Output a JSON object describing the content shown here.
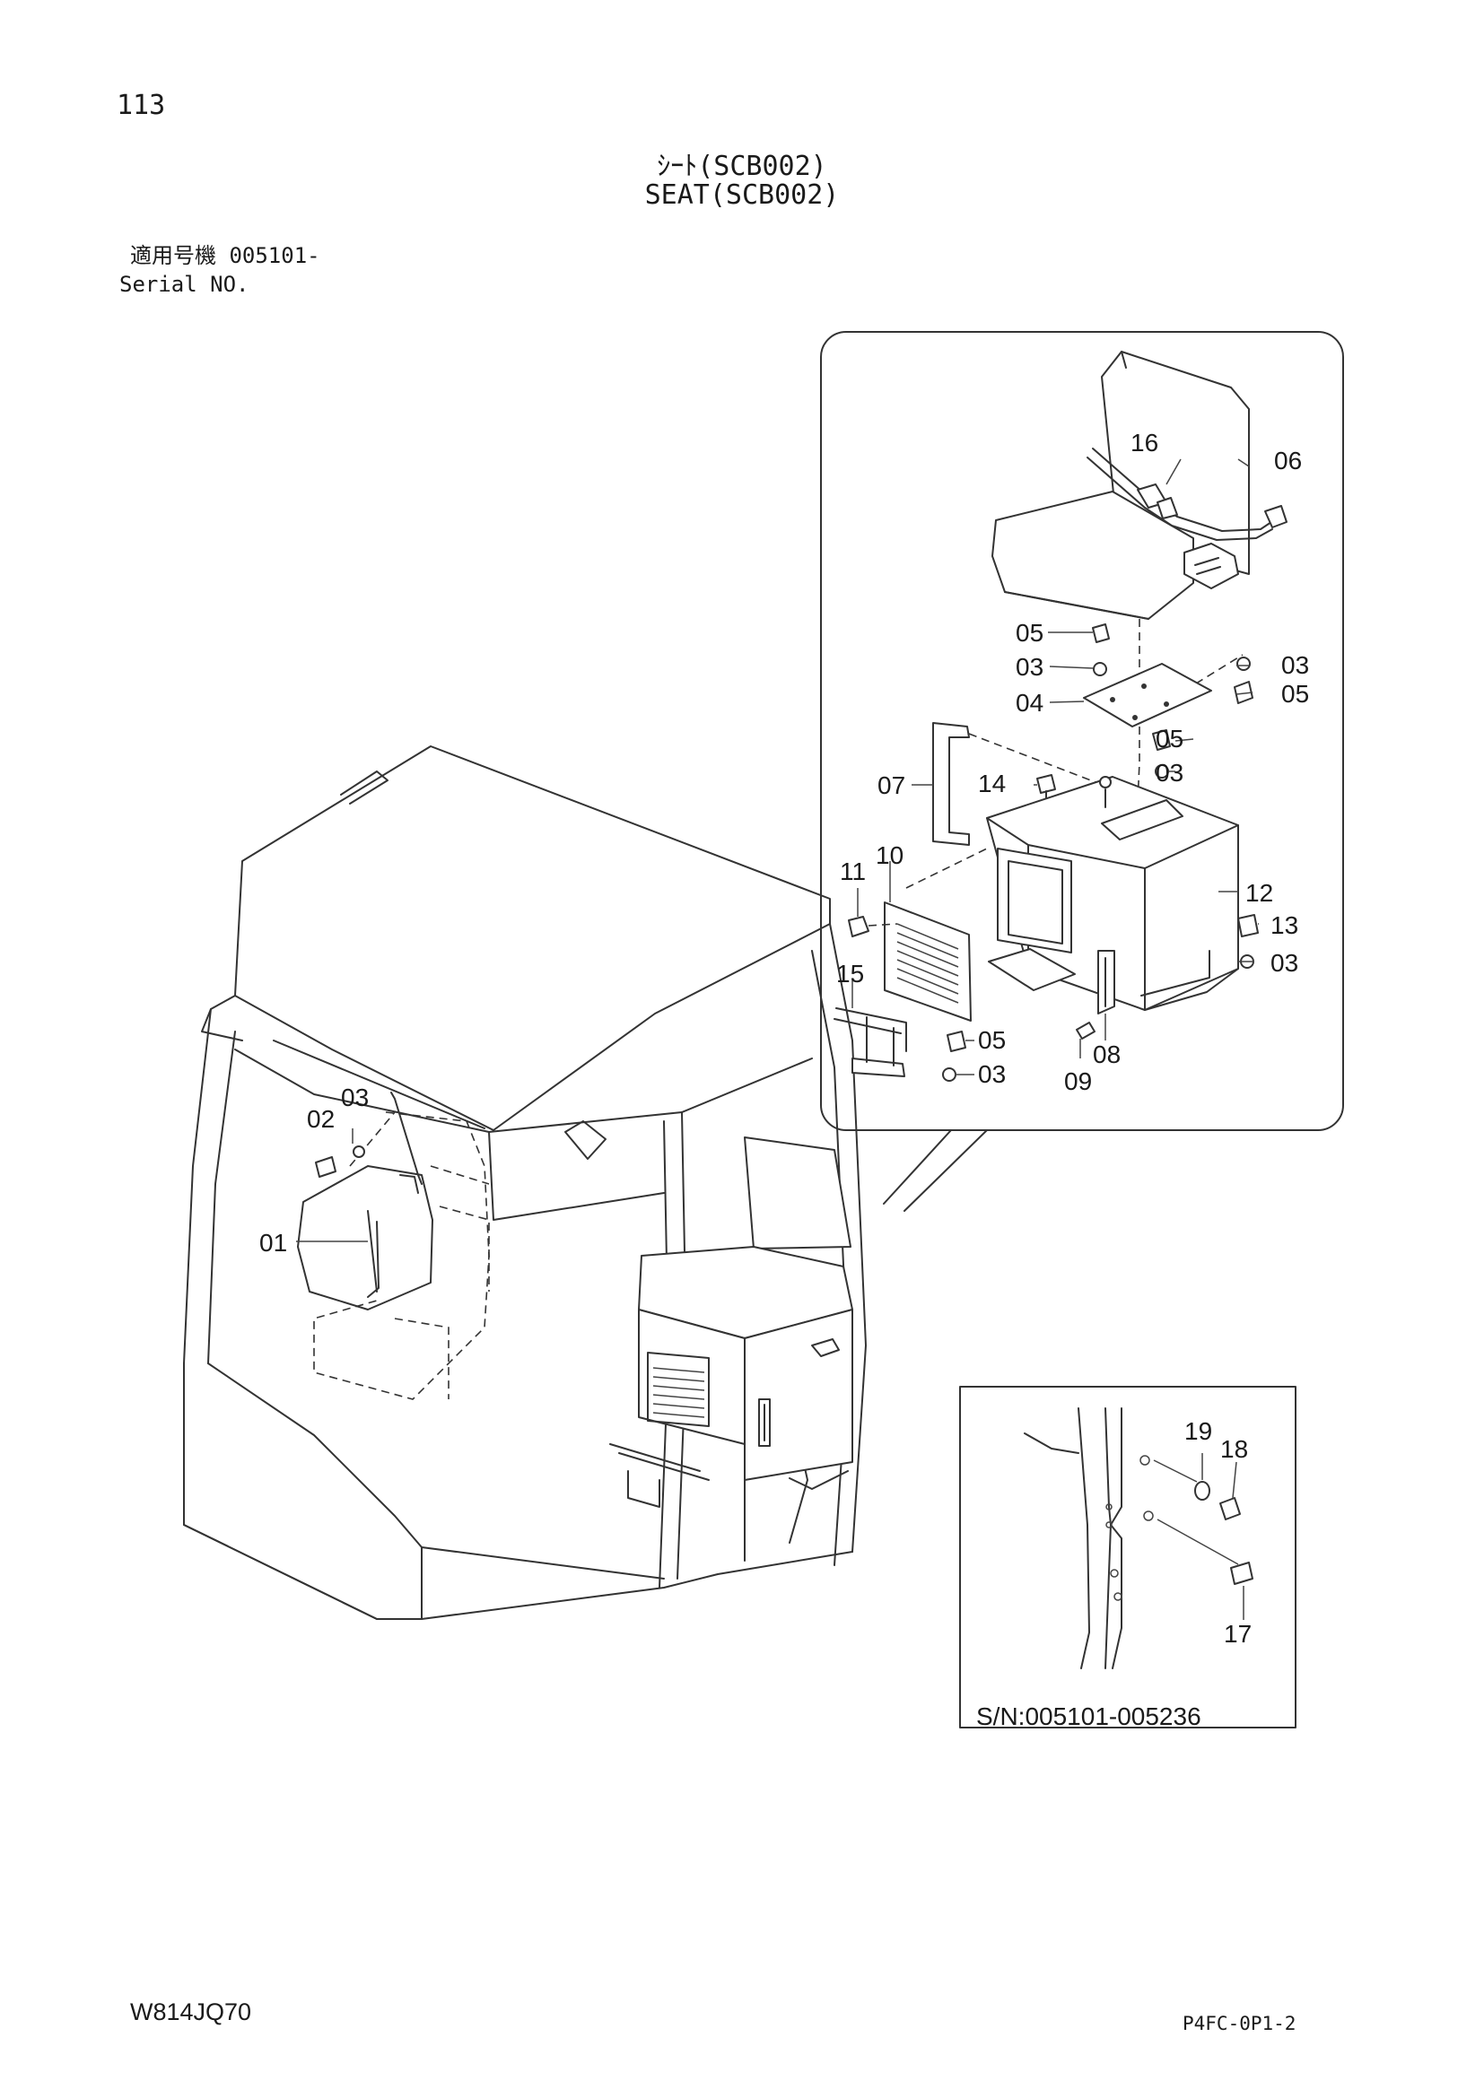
{
  "header": {
    "page_number": "113",
    "title_jp": "ｼｰﾄ(SCB002)",
    "title_en": "SEAT(SCB002)",
    "serial_jp": "適用号機 005101-",
    "serial_en": "Serial NO."
  },
  "callouts": {
    "l01": "01",
    "l02": "02",
    "l03a": "03",
    "l16": "16",
    "l06": "06",
    "l05a": "05",
    "l03b": "03",
    "l04": "04",
    "l03c": "03",
    "l05b": "05",
    "l05c": "05",
    "l03d": "03",
    "l07": "07",
    "l14": "14",
    "l11": "11",
    "l10": "10",
    "l12": "12",
    "l13": "13",
    "l03e": "03",
    "l15": "15",
    "l05d": "05",
    "l03f": "03",
    "l08": "08",
    "l09": "09",
    "l19": "19",
    "l18": "18",
    "l17": "17"
  },
  "inset": {
    "serial_range": "S/N:005101-005236"
  },
  "footer": {
    "doc_code": "W814JQ70",
    "page_code": "P4FC-0P1-2"
  }
}
